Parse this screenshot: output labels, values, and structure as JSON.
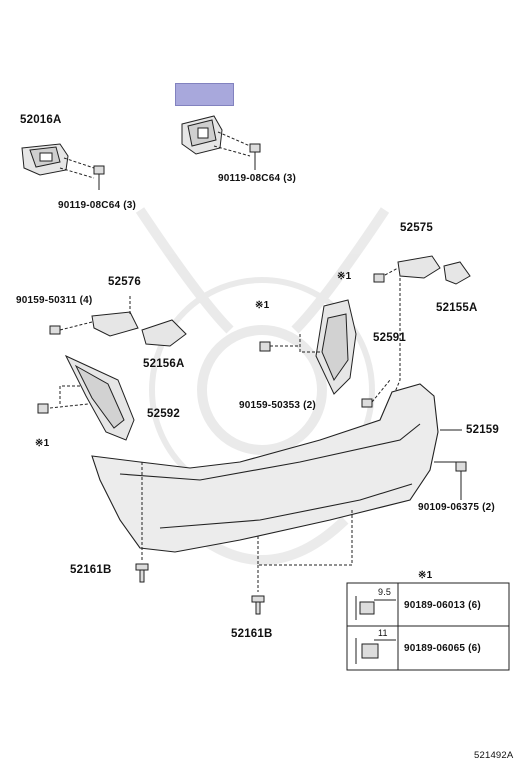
{
  "diagram": {
    "parts": [
      {
        "id": "p-52016A",
        "label": "52016A"
      },
      {
        "id": "p-90119-a",
        "label": "90119-08C64 (3)"
      },
      {
        "id": "p-90119-b",
        "label": "90119-08C64 (3)"
      },
      {
        "id": "p-52575",
        "label": "52575"
      },
      {
        "id": "p-52155A",
        "label": "52155A"
      },
      {
        "id": "p-52576",
        "label": "52576"
      },
      {
        "id": "p-90159-50311",
        "label": "90159-50311 (4)"
      },
      {
        "id": "p-52156A",
        "label": "52156A"
      },
      {
        "id": "p-52591",
        "label": "52591"
      },
      {
        "id": "p-52592",
        "label": "52592"
      },
      {
        "id": "p-90159-50353",
        "label": "90159-50353 (2)"
      },
      {
        "id": "p-52159",
        "label": "52159"
      },
      {
        "id": "p-90109-06375",
        "label": "90109-06375 (2)"
      },
      {
        "id": "p-52161B-a",
        "label": "52161B"
      },
      {
        "id": "p-52161B-b",
        "label": "52161B"
      }
    ],
    "callout_marks": [
      "※1",
      "※1",
      "※1",
      "※1"
    ],
    "footer_code": "521492A",
    "highlight_color": "#a8a8dc"
  },
  "reference_table": {
    "header": "※1",
    "rows": [
      {
        "dimension": "9.5",
        "part_number": "90189-06013 (6)"
      },
      {
        "dimension": "11",
        "part_number": "90189-06065 (6)"
      }
    ]
  }
}
